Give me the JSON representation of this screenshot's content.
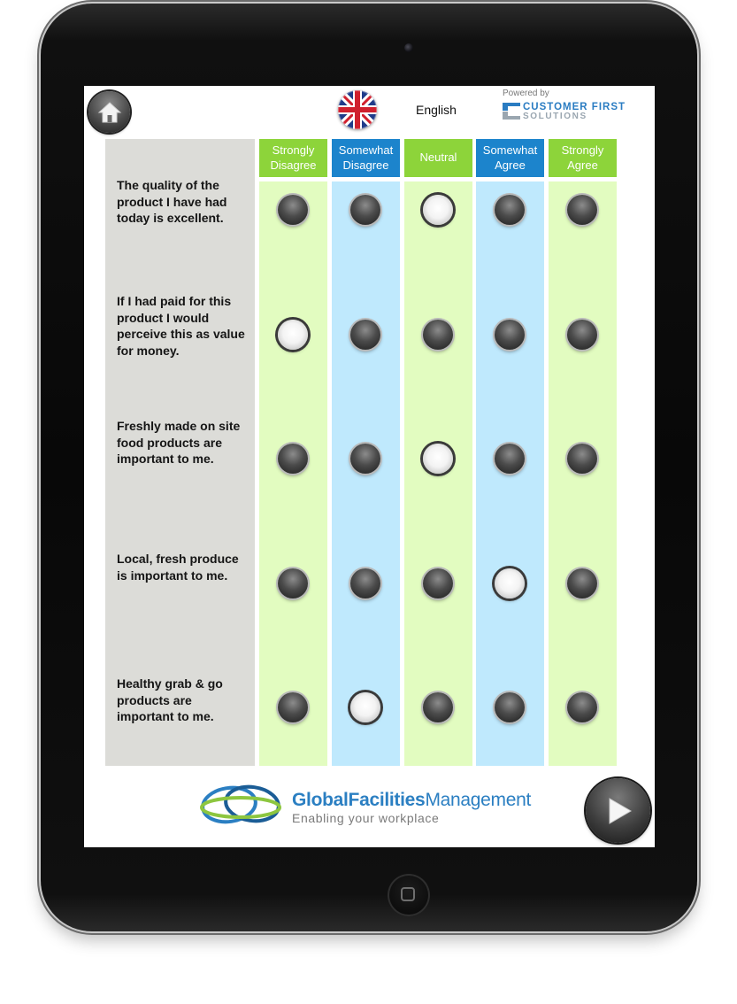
{
  "header": {
    "home_icon": "home-icon",
    "language_flag": "uk-flag-icon",
    "language_label": "English",
    "powered_by": "Powered by",
    "brand_line1": "CUSTOMER FIRST",
    "brand_line2": "SOLUTIONS"
  },
  "scale": {
    "options": [
      {
        "label": "Strongly Disagree",
        "color": "#8dd43a"
      },
      {
        "label": "Somewhat Disagree",
        "color": "#1c84cc"
      },
      {
        "label": "Neutral",
        "color": "#8dd43a"
      },
      {
        "label": "Somewhat Agree",
        "color": "#1c84cc"
      },
      {
        "label": "Strongly Agree",
        "color": "#8dd43a"
      }
    ]
  },
  "questions": [
    {
      "text": "The quality of the product I have had today is excellent.",
      "selected": "Neutral"
    },
    {
      "text": "If I had paid for this product I would perceive this as value for money.",
      "selected": "Strongly Disagree"
    },
    {
      "text": "Freshly made on site food products are important to me.",
      "selected": "Neutral"
    },
    {
      "text": "Local, fresh produce is important to me.",
      "selected": "Somewhat Agree"
    },
    {
      "text": "Healthy grab & go products are important to me.",
      "selected": "Somewhat Disagree"
    }
  ],
  "footer": {
    "logo_word1": "Global",
    "logo_word2": "Facilities",
    "logo_word3": "Management",
    "tagline": "Enabling your workplace",
    "next_icon": "play-arrow-icon"
  }
}
